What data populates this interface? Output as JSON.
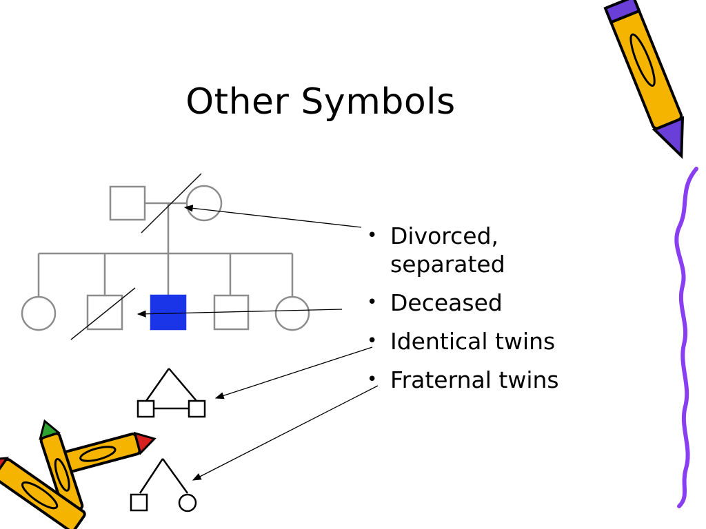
{
  "title": "Other Symbols",
  "bullets": [
    {
      "lines": [
        "Divorced,",
        "separated"
      ]
    },
    {
      "lines": [
        "Deceased"
      ]
    },
    {
      "lines": [
        "Identical twins"
      ]
    },
    {
      "lines": [
        "Fraternal twins"
      ]
    }
  ],
  "colors": {
    "affected": "#1a35e8",
    "line": "#8c8c8c",
    "pencil_yellow": "#f5b400",
    "pencil_purple": "#6a3fd8",
    "squiggle": "#8a3ef2"
  },
  "icons": [
    "pencil-icon",
    "crayon-icon"
  ]
}
